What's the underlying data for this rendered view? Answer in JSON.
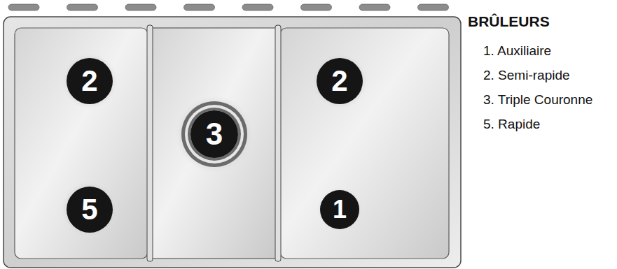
{
  "diagram": {
    "title": "BRÛLEURS",
    "nodes": [
      {
        "text": [
          "2"
        ]
      },
      {
        "text": [
          "2"
        ]
      },
      {
        "text": [
          "3"
        ]
      },
      {
        "text": [
          "5"
        ]
      },
      {
        "text": [
          "1"
        ]
      }
    ],
    "labels": [
      "1. Auxiliaire",
      "2. Semi-rapide",
      "3. Triple Couronne",
      "5. Rapide"
    ]
  }
}
